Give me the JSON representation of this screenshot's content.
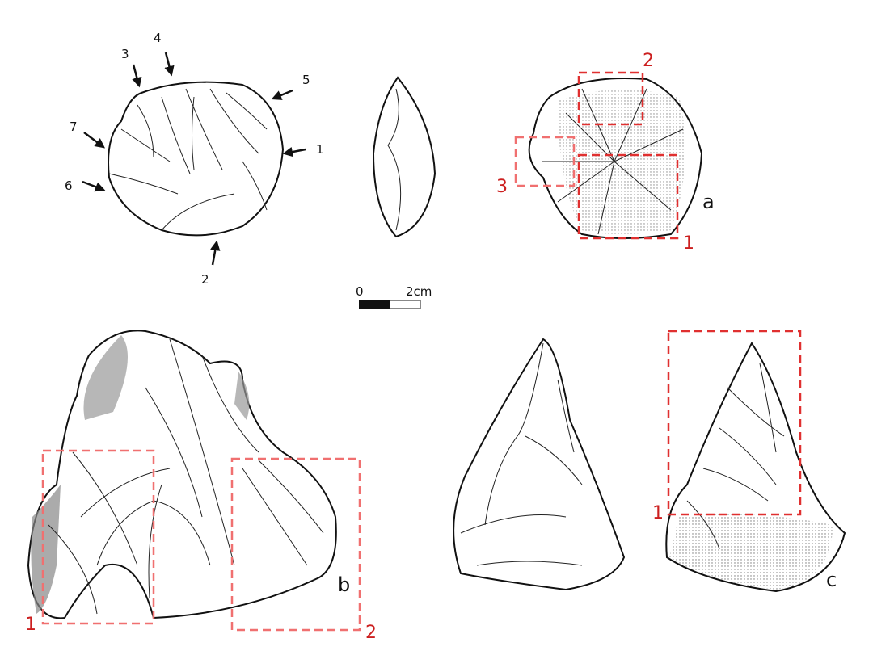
{
  "colors": {
    "annotation_red": "#cc1f1f",
    "ink": "#111111"
  },
  "panel_a": {
    "label": "a",
    "flake_arrows": [
      "1",
      "2",
      "3",
      "4",
      "5",
      "6",
      "7"
    ],
    "boxes": [
      "1",
      "2",
      "3"
    ]
  },
  "scale": {
    "start": "0",
    "end": "2cm"
  },
  "panel_b": {
    "label": "b",
    "boxes": [
      "1",
      "2"
    ]
  },
  "panel_c": {
    "label": "c",
    "boxes": [
      "1"
    ]
  }
}
